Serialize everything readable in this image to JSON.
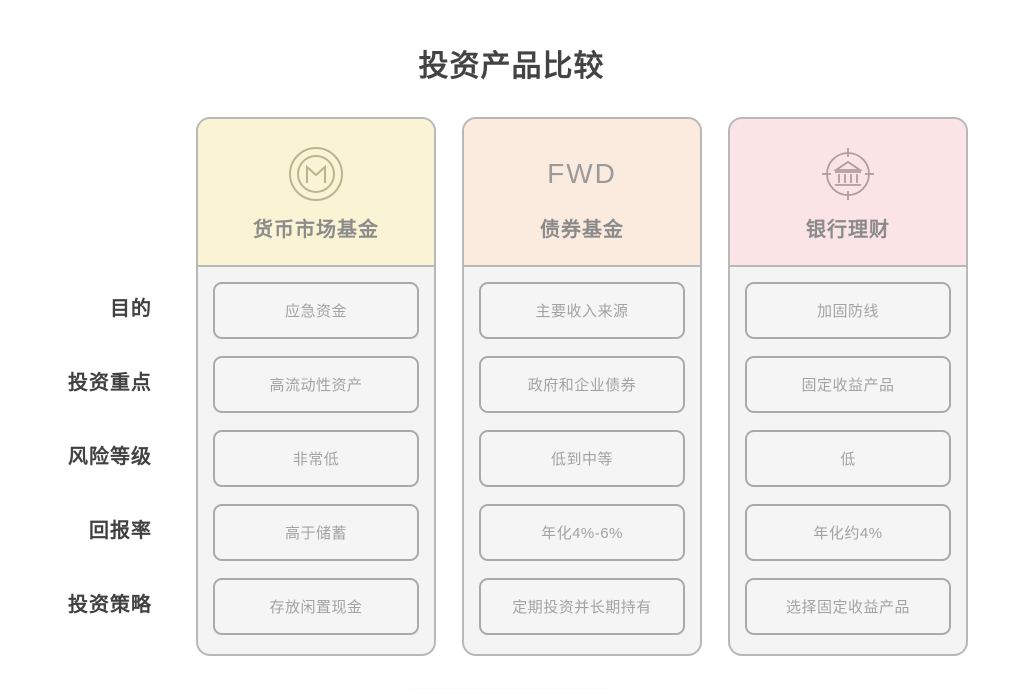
{
  "page": {
    "title": "投资产品比较",
    "background_color": "#ffffff",
    "title_color": "#434343"
  },
  "row_labels": [
    {
      "label": "目的"
    },
    {
      "label": "投资重点"
    },
    {
      "label": "风险等级"
    },
    {
      "label": "回报率"
    },
    {
      "label": "投资策略"
    }
  ],
  "columns": [
    {
      "title": "货币市场基金",
      "logo_type": "coin-m-icon",
      "logo_text": "",
      "header_color": "#faf4d4",
      "cells": [
        "应急资金",
        "高流动性资产",
        "非常低",
        "高于储蓄",
        "存放闲置现金"
      ]
    },
    {
      "title": "债券基金",
      "logo_type": "fwd-wordmark",
      "logo_text": "FWD",
      "header_color": "#fbeade",
      "cells": [
        "主要收入来源",
        "政府和企业债券",
        "低到中等",
        "年化4%-6%",
        "定期投资并长期持有"
      ]
    },
    {
      "title": "银行理财",
      "logo_type": "bank-target-icon",
      "logo_text": "",
      "header_color": "#fbe4e5",
      "cells": [
        "加固防线",
        "固定收益产品",
        "低",
        "年化约4%",
        "选择固定收益产品"
      ]
    }
  ]
}
